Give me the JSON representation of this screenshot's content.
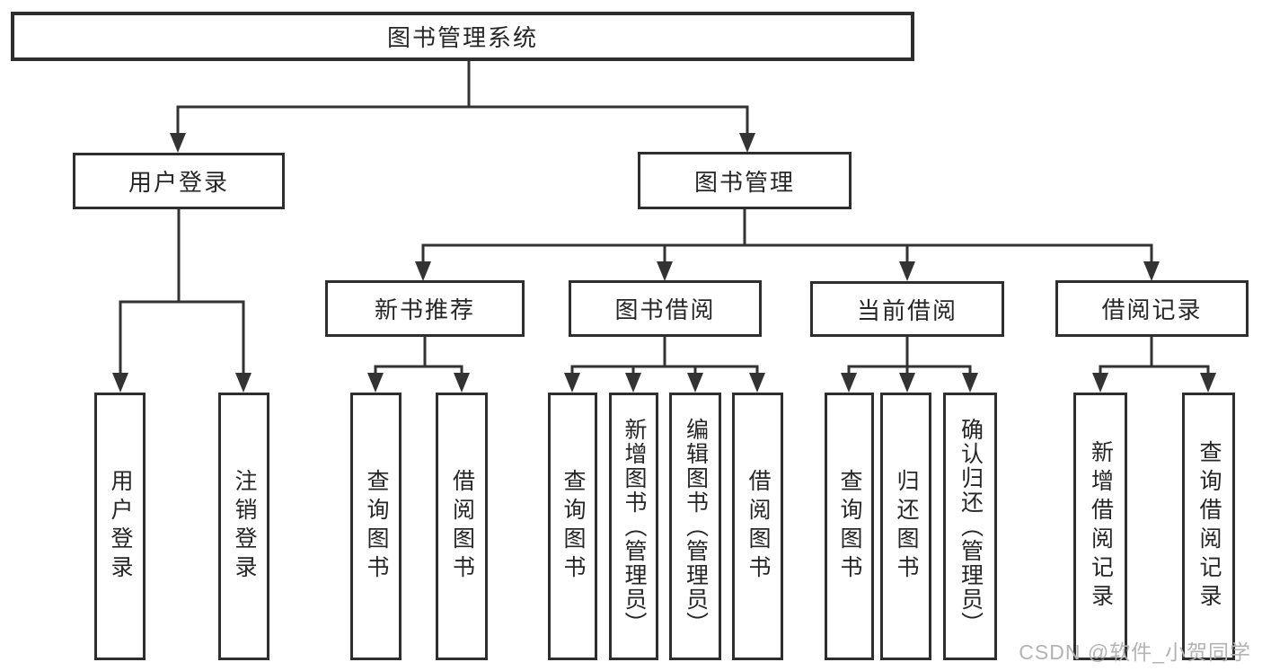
{
  "diagram": {
    "root": {
      "label": "图书管理系统"
    },
    "level2": [
      {
        "label": "用户登录",
        "children": [
          {
            "label": "用户登录"
          },
          {
            "label": "注销登录"
          }
        ]
      },
      {
        "label": "图书管理",
        "children": [
          {
            "label": "新书推荐",
            "children": [
              {
                "label": "查询图书"
              },
              {
                "label": "借阅图书"
              }
            ]
          },
          {
            "label": "图书借阅",
            "children": [
              {
                "label": "查询图书"
              },
              {
                "label": "新增图书（管理员）"
              },
              {
                "label": "编辑图书（管理员）"
              },
              {
                "label": "借阅图书"
              }
            ]
          },
          {
            "label": "当前借阅",
            "children": [
              {
                "label": "查询图书"
              },
              {
                "label": "归还图书"
              },
              {
                "label": "确认归还（管理员）"
              }
            ]
          },
          {
            "label": "借阅记录",
            "children": [
              {
                "label": "新增借阅记录"
              },
              {
                "label": "查询借阅记录"
              }
            ]
          }
        ]
      }
    ]
  },
  "watermark": {
    "text": "CSDN @软件_小贺同学"
  },
  "colors": {
    "line": "#333333",
    "box_border": "#2e2e2e",
    "text": "#262626",
    "watermark": "#b3b3b3",
    "background": "#ffffff"
  }
}
